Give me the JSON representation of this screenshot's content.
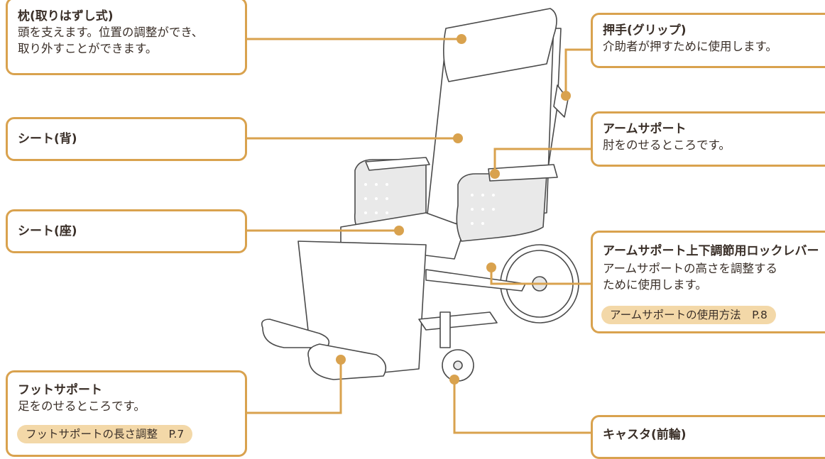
{
  "callouts": {
    "pillow": {
      "title": "枕(取りはずし式)",
      "desc1": "頭を支えます。位置の調整ができ、",
      "desc2": "取り外すことができます。"
    },
    "seat_back": {
      "title": "シート(背)"
    },
    "seat_seat": {
      "title": "シート(座)"
    },
    "foot_support": {
      "title": "フットサポート",
      "desc": "足をのせるところです。",
      "ref": "フットサポートの長さ調整　P.7"
    },
    "grip": {
      "title": "押手(グリップ)",
      "desc": "介助者が押すために使用します。"
    },
    "arm_support": {
      "title": "アームサポート",
      "desc": "肘をのせるところです。"
    },
    "arm_lever": {
      "title": "アームサポート上下調節用ロックレバー",
      "desc1": "アームサポートの高さを調整する",
      "desc2": "ために使用します。",
      "ref": "アームサポートの使用方法　P.8"
    },
    "caster": {
      "title": "キャスタ(前輪)"
    }
  },
  "colors": {
    "accent": "#d9a24e",
    "ref_bg": "#f3d8a8",
    "line": "#4a4a4a"
  }
}
